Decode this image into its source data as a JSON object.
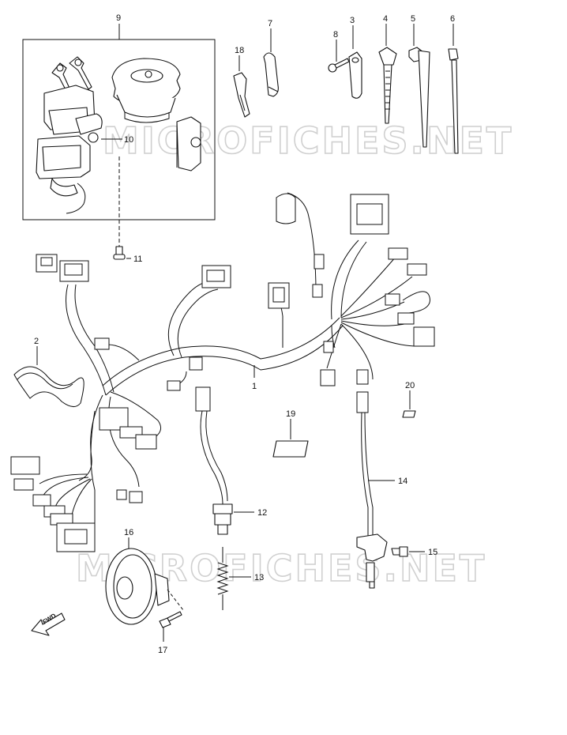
{
  "watermark": "MICROFICHES.NET",
  "fwd_label": "FWD",
  "callouts": [
    {
      "id": "c1",
      "num": "1"
    },
    {
      "id": "c2",
      "num": "2"
    },
    {
      "id": "c3",
      "num": "3"
    },
    {
      "id": "c4",
      "num": "4"
    },
    {
      "id": "c5",
      "num": "5"
    },
    {
      "id": "c6",
      "num": "6"
    },
    {
      "id": "c7",
      "num": "7"
    },
    {
      "id": "c8",
      "num": "8"
    },
    {
      "id": "c9",
      "num": "9"
    },
    {
      "id": "c10",
      "num": "10"
    },
    {
      "id": "c11",
      "num": "11"
    },
    {
      "id": "c12",
      "num": "12"
    },
    {
      "id": "c13",
      "num": "13"
    },
    {
      "id": "c14",
      "num": "14"
    },
    {
      "id": "c15",
      "num": "15"
    },
    {
      "id": "c16",
      "num": "16"
    },
    {
      "id": "c17",
      "num": "17"
    },
    {
      "id": "c18",
      "num": "18"
    },
    {
      "id": "c19",
      "num": "19"
    },
    {
      "id": "c20",
      "num": "20"
    }
  ]
}
